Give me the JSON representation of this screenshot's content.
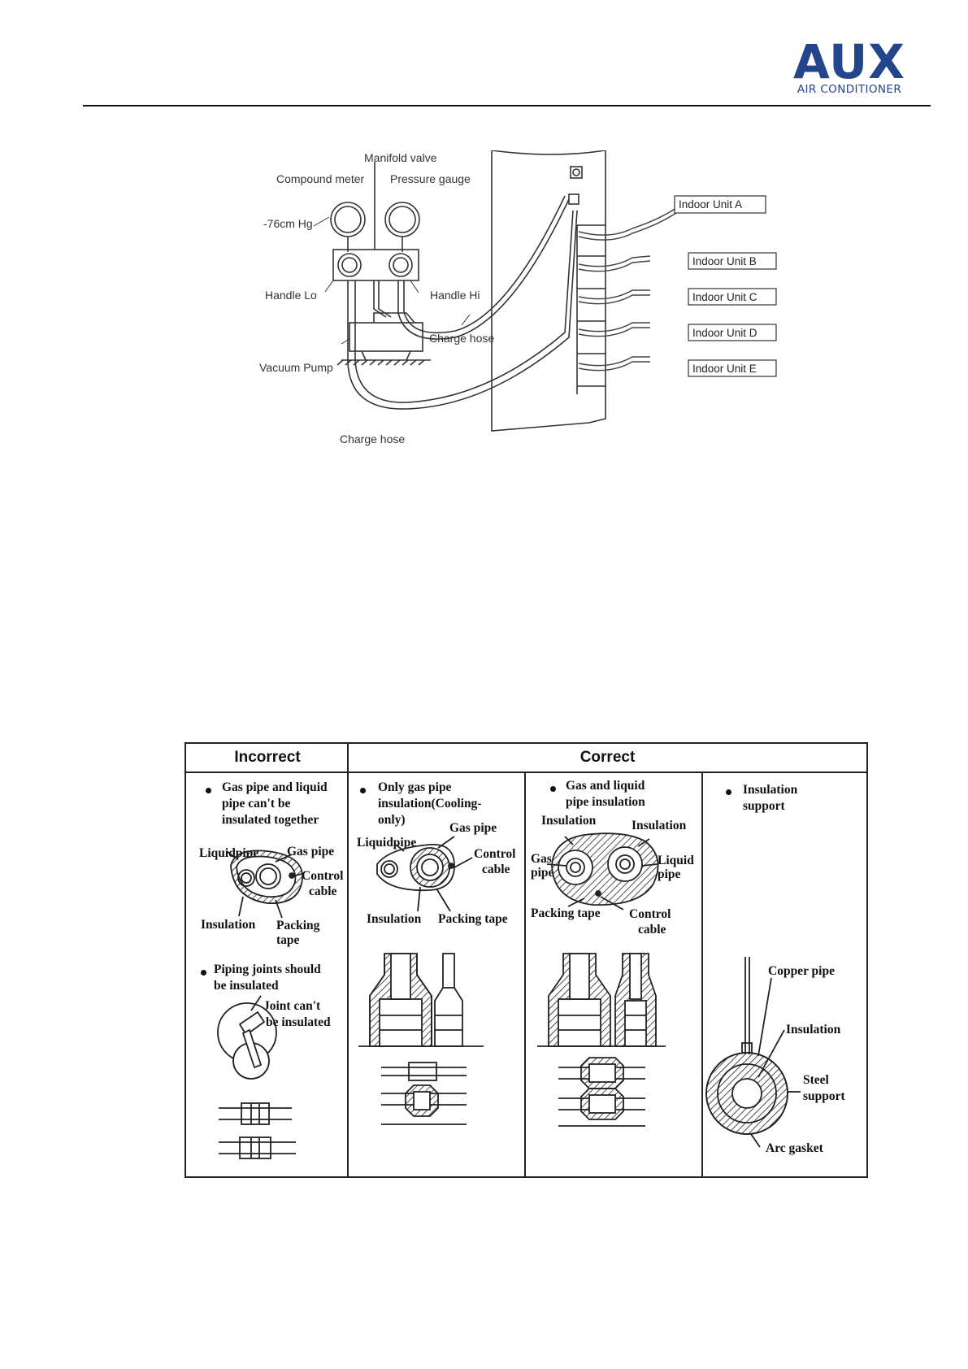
{
  "logo": {
    "brand": "AUX",
    "tagline": "AIR CONDITIONER"
  },
  "diagram": {
    "manifold_valve": "Manifold valve",
    "compound_meter": "Compound meter",
    "pressure_gauge": "Pressure gauge",
    "vacuum_reading": "-76cm Hg",
    "handle_lo": "Handle Lo",
    "handle_hi": "Handle Hi",
    "charge_hose_upper": "Charge hose",
    "vacuum_pump": "Vacuum Pump",
    "charge_hose_lower": "Charge hose",
    "indoor_units": [
      "Indoor Unit A",
      "Indoor Unit B",
      "Indoor Unit C",
      "Indoor Unit D",
      "Indoor Unit E"
    ]
  },
  "table": {
    "headers": {
      "incorrect": "Incorrect",
      "correct": "Correct"
    },
    "col1": {
      "note1": [
        "Gas pipe and liquid",
        "pipe can't be",
        "insulated together"
      ],
      "liquid_pipe": "Liquidpipe",
      "gas_pipe": "Gas pipe",
      "control_cable": [
        "Control",
        "cable"
      ],
      "insulation": "Insulation",
      "packing_tape": [
        "Packing",
        "tape"
      ],
      "note2": [
        "Piping joints should",
        "be insulated"
      ],
      "joint_note": [
        "Joint can't",
        "be insulated"
      ]
    },
    "col2": {
      "note": [
        "Only gas pipe",
        "insulation(Cooling-",
        "only)"
      ],
      "gas_pipe": "Gas pipe",
      "liquid_pipe": "Liquidpipe",
      "control_cable": [
        "Control",
        "cable"
      ],
      "insulation": "Insulation",
      "packing_tape": "Packing tape"
    },
    "col3": {
      "note": [
        "Gas and liquid",
        "pipe insulation"
      ],
      "insulation_left": "Insulation",
      "insulation_right": "Insulation",
      "gas_pipe": [
        "Gas",
        "pipe"
      ],
      "liquid_pipe": [
        "Liquid",
        "pipe"
      ],
      "packing_tape": "Packing tape",
      "control_cable": [
        "Control",
        "cable"
      ]
    },
    "col4": {
      "note": [
        "Insulation",
        "support"
      ],
      "copper_pipe": "Copper pipe",
      "insulation": "Insulation",
      "steel_support": [
        "Steel",
        "support"
      ],
      "arc_gasket": "Arc gasket"
    }
  }
}
